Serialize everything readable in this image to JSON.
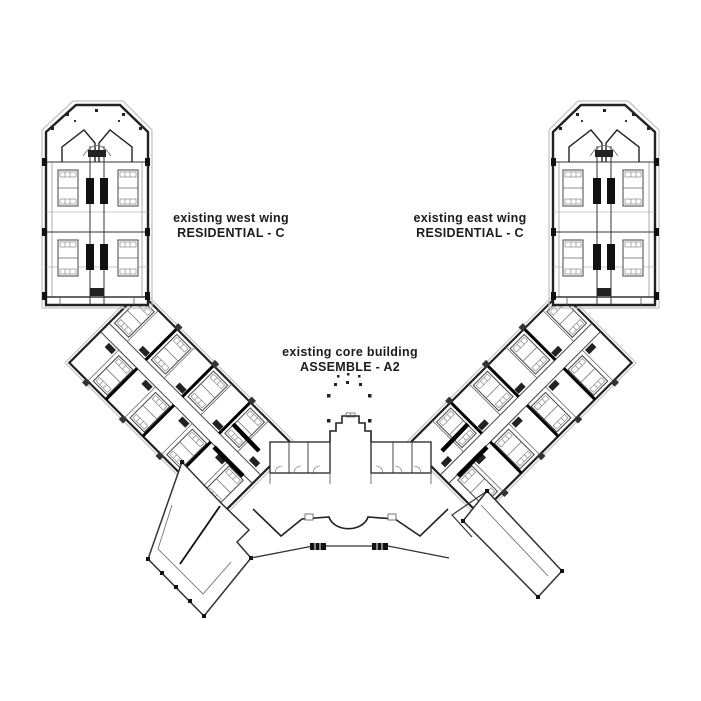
{
  "drawing": {
    "type": "architectural floor plan",
    "labels": {
      "west_wing": {
        "line1": "existing west wing",
        "line2": "RESIDENTIAL - C"
      },
      "east_wing": {
        "line1": "existing east wing",
        "line2": "RESIDENTIAL - C"
      },
      "core": {
        "line1": "existing core building",
        "line2": "ASSEMBLE - A2"
      }
    },
    "colors": {
      "background": "#ffffff",
      "wall_dark": "#1c1c1c",
      "wall_medium": "#333333",
      "wall_light": "#c0c0c0",
      "fill_solid": "#111111"
    }
  }
}
